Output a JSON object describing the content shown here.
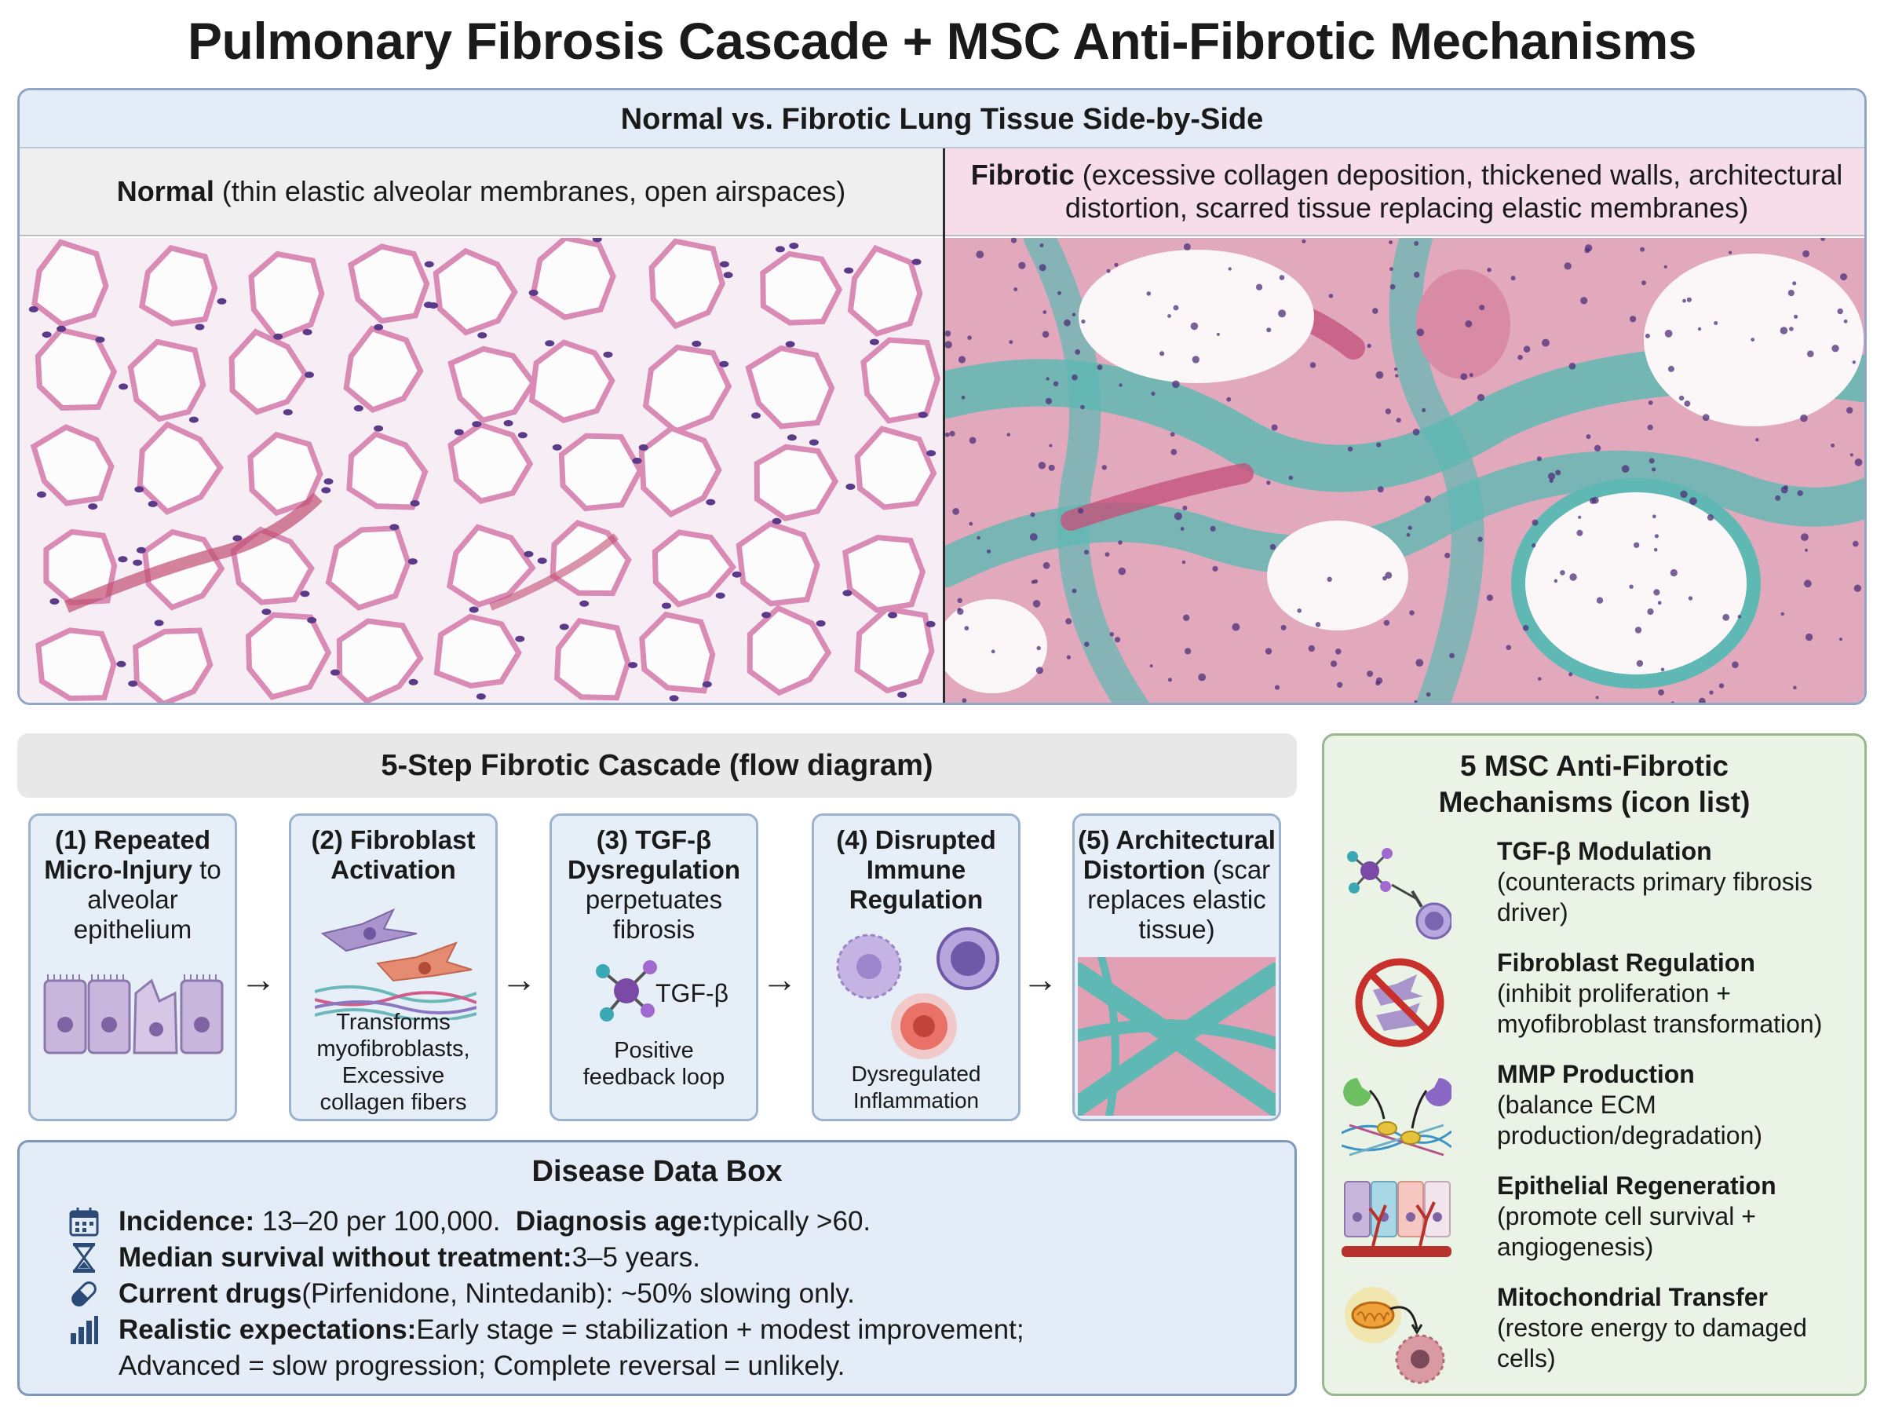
{
  "title": "Pulmonary Fibrosis Cascade + MSC Anti-Fibrotic Mechanisms",
  "tissue": {
    "header": "Normal vs. Fibrotic Lung Tissue Side-by-Side",
    "normal_label": "Normal",
    "normal_desc": " (thin elastic alveolar membranes, open airspaces)",
    "fibrotic_label": "Fibrotic",
    "fibrotic_desc": " (excessive collagen deposition, thickened walls, architectural distortion, scarred tissue replacing elastic membranes)"
  },
  "cascade": {
    "header": "5-Step Fibrotic Cascade (flow diagram)",
    "steps": [
      {
        "title_bold": "(1) Repeated Micro-Injury",
        "title_rest": " to alveolar epithelium",
        "caption": ""
      },
      {
        "title_bold": "(2) Fibroblast Activation",
        "title_rest": "",
        "caption": "Transforms myofibroblasts, Excessive collagen fibers"
      },
      {
        "title_bold": "(3) TGF-β Dysregulation",
        "title_rest": " perpetuates fibrosis",
        "icon_label": "TGF-β",
        "caption": "Positive feedback loop"
      },
      {
        "title_bold": "(4) Disrupted Immune Regulation",
        "title_rest": "",
        "caption": "Dysregulated Inflammation"
      },
      {
        "title_bold": "(5) Architectural Distortion",
        "title_rest": " (scar replaces elastic tissue)",
        "caption": ""
      }
    ]
  },
  "disease": {
    "title": "Disease Data Box",
    "rows": [
      {
        "icon": "calendar-icon",
        "b1": "Incidence:",
        "t1": " 13–20 per 100,000.  ",
        "b2": "Diagnosis age:",
        "t2": " typically >60."
      },
      {
        "icon": "hourglass-icon",
        "b1": "Median survival without treatment:",
        "t1": " 3–5 years.",
        "b2": "",
        "t2": ""
      },
      {
        "icon": "pill-icon",
        "b1": "Current drugs",
        "t1": " (Pirfenidone, Nintedanib): ~50% slowing only.",
        "b2": "",
        "t2": ""
      },
      {
        "icon": "bar-chart-icon",
        "b1": "Realistic expectations:",
        "t1": " Early stage = stabilization + modest improvement;",
        "b2": "",
        "t2": ""
      },
      {
        "icon": "",
        "b1": "",
        "t1": "Advanced = slow progression; Complete reversal = unlikely.",
        "b2": "",
        "t2": ""
      }
    ]
  },
  "mechanisms": {
    "title": "5 MSC Anti-Fibrotic Mechanisms (icon list)",
    "items": [
      {
        "icon": "tgf-inhibition-icon",
        "name": "TGF-β Modulation",
        "desc": "(counteracts primary fibrosis driver)"
      },
      {
        "icon": "no-fibroblast-icon",
        "name": "Fibroblast Regulation",
        "desc": "(inhibit proliferation + myofibroblast transformation)"
      },
      {
        "icon": "mmp-enzyme-icon",
        "name": "MMP Production",
        "desc": "(balance ECM production/degradation)"
      },
      {
        "icon": "epithelium-vessel-icon",
        "name": "Epithelial Regeneration",
        "desc": "(promote cell survival + angiogenesis)"
      },
      {
        "icon": "mitochondria-transfer-icon",
        "name": "Mitochondrial Transfer",
        "desc": "(restore energy to damaged cells)"
      }
    ]
  },
  "colors": {
    "alveolar_pink": "#d98bb5",
    "nucleus_purple": "#5b3a8a",
    "collagen_teal": "#5fb8b3",
    "fibrotic_red": "#c4527a"
  }
}
